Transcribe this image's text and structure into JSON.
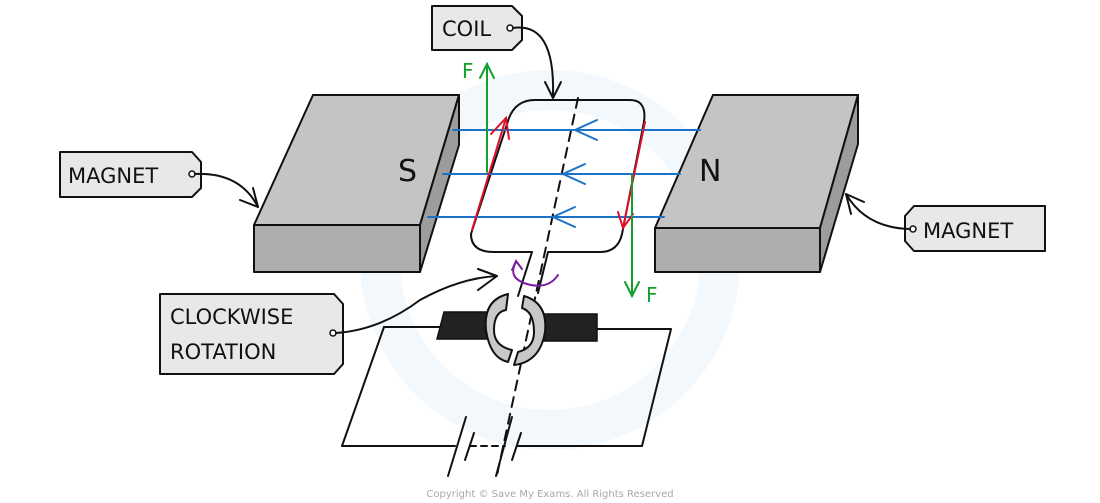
{
  "diagram": {
    "title": "DC electric motor",
    "labels": {
      "coil": "COIL",
      "magnet_left": "MAGNET",
      "magnet_right": "MAGNET",
      "rotation_line1": "CLOCKWISE",
      "rotation_line2": "ROTATION"
    },
    "poles": {
      "south": "S",
      "north": "N"
    },
    "forces": {
      "up": "F",
      "down": "F"
    },
    "field_line_count": 3,
    "field_direction": "N to S (right to left)",
    "current_direction": "up on left side, down on right side",
    "colors": {
      "field_lines": "#1a73c9",
      "current": "#e0102a",
      "force": "#13a02c",
      "rotation": "#7a1fa0",
      "magnet_top": "#c4c4c4",
      "magnet_front": "#aeaeae",
      "magnet_side": "#9c9c9c",
      "tag_fill": "#e8e8e8"
    },
    "copyright": "Copyright © Save My Exams. All Rights Reserved"
  }
}
